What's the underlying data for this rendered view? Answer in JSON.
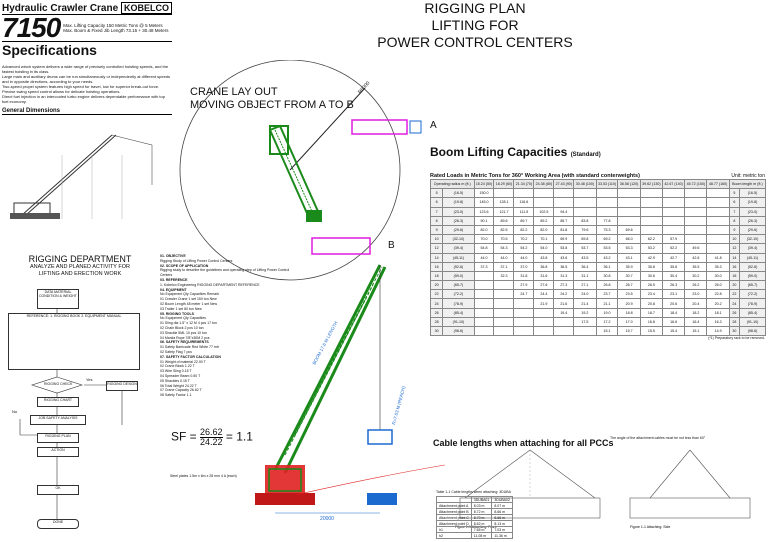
{
  "spec_sheet": {
    "title": "Hydraulic Crawler Crane",
    "brand": "KOBELCO",
    "model": "7150",
    "capacity_line": "Max. Lifting Capacity 150 Metric Tons @ 5 Meters",
    "boom_line": "Max. Boom & Fixed Jib Length 73.15 + 30.48 Meters",
    "heading": "Specifications",
    "bullets": [
      "Advanced winch system delivers a wide range of precisely controlled hoisting speeds, and the fastest hoisting in its class.",
      "Large main and auxiliary drums can be run simultaneously or independently at different speeds and in opposite directions, according to your needs.",
      "Two-speed propel system features high speed for travel, low for superior break-out force.",
      "Precise swing speed control allows for delicate hoisting operations.",
      "Direct fuel injection in an intercooled turbo engine delivers dependable performance with top fuel economy."
    ],
    "general_dimensions": "General Dimensions"
  },
  "header": {
    "line1": "RIGGING PLAN",
    "line2": "LIFTING FOR",
    "line3": "POWER CONTROL CENTERS"
  },
  "layout_note": {
    "line1": "CRANE LAY OUT",
    "line2": "MOVING OBJECT FROM A TO B"
  },
  "labels": {
    "a": "A",
    "b": "B",
    "radius": "R8000",
    "boom_dim": "BOOM 17.6 M LENGTH",
    "boom_dim2": "R=7.03 M (REACH)",
    "ground_dim": "20000"
  },
  "rigging_dept": {
    "title": "RIGGING DEPARTMENT",
    "sub1": "ANALYZE AND PLANED ACTIVITY FOR",
    "sub2": "LIFTING AND ERECTION WORK",
    "flow": {
      "start": "DATA MATERIAL CONDITION & WEIGHT",
      "reference": "REFERENCE: 1. RIGGING BOOK 2. EQUIPMENT MANUAL",
      "check": "RIGGING CHECK",
      "yes": "Yes",
      "no": "No",
      "design": "RIGGING DESIGN",
      "rigging": "RIGGING CHART",
      "safety": "JOB SAFETY ANALYSIS",
      "plan": "RIGGING PLAN",
      "action": "ACTION",
      "done": "DONE",
      "ok": "OK"
    }
  },
  "middle": {
    "items": [
      "01. OBJECTIVE",
      "Rigging Study of Lifting Power Control Centers",
      "02. SCOPE OF APPLICATION",
      "Rigging study to describe the guidelines and operating step of Lifting Power Control Centers",
      "03. REFERENCE",
      "1. Kobelco Engineering RIGGING DEPARTMENT REFERENCE",
      "04. EQUIPMENT",
      "No   Equipment           Qty     Capacities   Remark",
      "01   Crawler Crane       1 set   150 ton      New",
      "02   Boom Length 48 meter 1 set              New",
      "03   Trailer             1 set   80 ton       New",
      "05. RIGGING TOOLS",
      "No   Equipment           Qty     Capacities",
      "01   Sling dia 1.5\" x 12 M   4 pcs   17 ton",
      "02   Chain Block             2 pcs   10 ton",
      "03   Shackle 5ML             10 pcs  10 ton",
      "04   Manila Rope 7/8\"x30M    2 pcs",
      "06. SAFETY REQUIREMENTS",
      "01   Safety Barricade Red White   77 mtr",
      "02   Safety Flag                  7 pcs",
      "07. SAFETY FACTOR CALCULATION",
      "01   Weight of material          22.00 T",
      "02   Crane Block                 1.22 T",
      "03   Wire Sling                  0.15 T",
      "04   Spreader Beam               0.50 T",
      "05   Shackles                    0.15 T",
      "06   Total Weight                24.22 T",
      "07   Crane Capacity              26.62 T",
      "08   Safety Factor               1.1"
    ],
    "sf_label": "SF =",
    "sf_num": "26.62",
    "sf_den": "24.22",
    "sf_val": "= 1.1",
    "note": "Steel plates 1.5m x 6m x 28 mm 4 A (each)"
  },
  "boom": {
    "title": "Boom Lifting Capacities",
    "title_small": "(Standard)",
    "rated": "Rated Loads in Metric Tons for 360° Working Area (with standard conterweights)",
    "unit": "Unit: metric ton",
    "head_left": "Operating radius m (ft.)",
    "head_boom": "Boom length m (ft.)",
    "boom_lengths": [
      "15.24 (50)",
      "18.29 (60)",
      "21.34 (70)",
      "24.38 (80)",
      "27.43 (90)",
      "30.48 (100)",
      "33.53 (110)",
      "36.58 (120)",
      "39.62 (130)",
      "42.67 (140)",
      "45.72 (150)",
      "48.77 (160)"
    ],
    "rows": [
      [
        "5",
        "(16-5)",
        "150.0",
        "",
        "",
        "",
        "",
        "",
        "",
        "",
        "",
        "",
        "",
        ""
      ],
      [
        "6",
        "(19-8)",
        "145.0",
        "128.1",
        "116.6",
        "",
        "",
        "",
        "",
        "",
        "",
        "",
        "",
        ""
      ],
      [
        "7",
        "(23-0)",
        "123.6",
        "121.7",
        "111.5",
        "102.5",
        "94.4",
        "",
        "",
        "",
        "",
        "",
        "",
        ""
      ],
      [
        "8",
        "(26-3)",
        "90.1",
        "89.6",
        "89.7",
        "89.2",
        "85.7",
        "83.8",
        "77.8",
        "",
        "",
        "",
        "",
        ""
      ],
      [
        "9",
        "(29-6)",
        "82.0",
        "82.5",
        "82.2",
        "82.0",
        "81.8",
        "79.6",
        "75.3",
        "69.6",
        "",
        "",
        "",
        ""
      ],
      [
        "10",
        "(32-10)",
        "70.0",
        "70.5",
        "70.2",
        "70.1",
        "69.9",
        "69.8",
        "69.2",
        "66.0",
        "62.2",
        "57.9",
        "",
        ""
      ],
      [
        "12",
        "(39-4)",
        "54.8",
        "54.3",
        "54.2",
        "54.0",
        "53.8",
        "53.7",
        "53.5",
        "53.3",
        "53.2",
        "52.2",
        "49.6",
        ""
      ],
      [
        "14",
        "(45-11)",
        "44.0",
        "44.0",
        "44.0",
        "43.8",
        "43.6",
        "43.5",
        "43.2",
        "43.1",
        "42.9",
        "42.7",
        "42.6",
        "41.8"
      ],
      [
        "16",
        "(52-6)",
        "37.3",
        "37.1",
        "37.0",
        "36.8",
        "36.5",
        "36.4",
        "36.1",
        "35.9",
        "35.8",
        "35.6",
        "35.5",
        "35.3"
      ],
      [
        "18",
        "(59-0)",
        "",
        "32.3",
        "31.8",
        "31.6",
        "31.3",
        "31.1",
        "30.8",
        "30.7",
        "30.6",
        "30.4",
        "30.2",
        "30.0"
      ],
      [
        "20",
        "(65-7)",
        "",
        "",
        "27.9",
        "27.6",
        "27.3",
        "27.1",
        "26.8",
        "26.7",
        "26.5",
        "26.3",
        "26.2",
        "26.0"
      ],
      [
        "22",
        "(72-2)",
        "",
        "",
        "24.7",
        "24.4",
        "24.2",
        "24.0",
        "23.7",
        "23.5",
        "23.4",
        "23.1",
        "23.0",
        "22.8"
      ],
      [
        "24",
        "(78-9)",
        "",
        "",
        "",
        "21.9",
        "21.6",
        "21.4",
        "21.1",
        "20.9",
        "20.8",
        "20.6",
        "20.4",
        "20.2"
      ],
      [
        "26",
        "(85-4)",
        "",
        "",
        "",
        "",
        "19.4",
        "19.2",
        "19.0",
        "18.8",
        "18.7",
        "18.4",
        "18.2",
        "18.1"
      ],
      [
        "28",
        "(91-10)",
        "",
        "",
        "",
        "",
        "",
        "17.5",
        "17.2",
        "17.0",
        "16.8",
        "16.6",
        "16.4",
        "16.3"
      ],
      [
        "30",
        "(98-6)",
        "",
        "",
        "",
        "",
        "",
        "",
        "15.1",
        "15.7",
        "15.5",
        "15.4",
        "15.1",
        "14.9"
      ]
    ],
    "footnote": "(*1) Preparatory rack to be removed.",
    "cable_title": "Cable lengths when attaching for all PCCs",
    "cable_note": "The angle of the attachment cables must be not less than 60°",
    "fig1": "Figure 1-1    Attaching: Front",
    "fig2": "Figure 1-1    Attaching: Side",
    "table_caption": "Table 1-1    Cable lengths when attaching: 3DUBA",
    "cable_head": [
      "",
      "3DUBA01",
      "3DUBA02"
    ],
    "cable_rows": [
      [
        "Attachment point A",
        "8.03 m",
        "8.07 m"
      ],
      [
        "Attachment point B",
        "8.72 m",
        "8.66 m"
      ],
      [
        "Attachment point C",
        "8.70 m",
        "8.66 m"
      ],
      [
        "Attachment point D",
        "8.62 m",
        "8.13 m"
      ],
      [
        "h1",
        "7.65 m",
        "7.03 m"
      ],
      [
        "h2",
        "11.08 m",
        "11.36 m"
      ]
    ]
  }
}
